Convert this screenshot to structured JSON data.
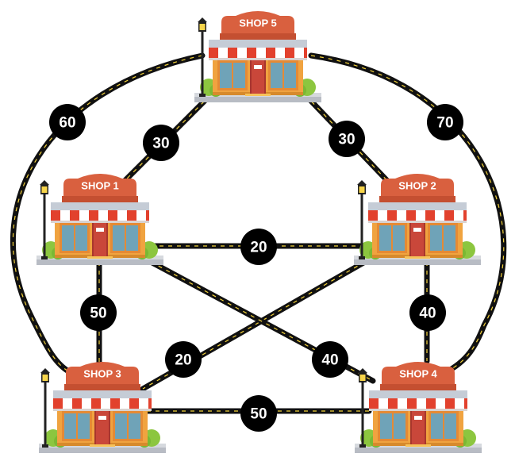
{
  "shops": [
    {
      "id": "s5",
      "label": "SHOP 5"
    },
    {
      "id": "s1",
      "label": "SHOP 1"
    },
    {
      "id": "s2",
      "label": "SHOP 2"
    },
    {
      "id": "s3",
      "label": "SHOP 3"
    },
    {
      "id": "s4",
      "label": "SHOP 4"
    }
  ],
  "roads": [
    {
      "id": "s5-s1",
      "from": "SHOP 5",
      "to": "SHOP 1",
      "distance": "30"
    },
    {
      "id": "s5-s2",
      "from": "SHOP 5",
      "to": "SHOP 2",
      "distance": "30"
    },
    {
      "id": "s5-s3",
      "from": "SHOP 5",
      "to": "SHOP 3",
      "distance": "60"
    },
    {
      "id": "s5-s4",
      "from": "SHOP 5",
      "to": "SHOP 4",
      "distance": "70"
    },
    {
      "id": "s1-s2",
      "from": "SHOP 1",
      "to": "SHOP 2",
      "distance": "20"
    },
    {
      "id": "s1-s3",
      "from": "SHOP 1",
      "to": "SHOP 3",
      "distance": "50"
    },
    {
      "id": "s2-s4",
      "from": "SHOP 2",
      "to": "SHOP 4",
      "distance": "40"
    },
    {
      "id": "s2-s3",
      "from": "SHOP 2",
      "to": "SHOP 3",
      "distance": "20"
    },
    {
      "id": "s1-s4",
      "from": "SHOP 1",
      "to": "SHOP 4",
      "distance": "40"
    },
    {
      "id": "s3-s4",
      "from": "SHOP 3",
      "to": "SHOP 4",
      "distance": "50"
    }
  ],
  "colors": {
    "road": "#111111",
    "road_marking": "#f4d23a",
    "badge": "#000000",
    "awning_red": "#e2412d",
    "sign": "#d9603f",
    "wall": "#f0a340",
    "window": "#6fa3b8",
    "door": "#c9473a",
    "bush": "#8cc63f",
    "pavement": "#b8bcc4"
  }
}
